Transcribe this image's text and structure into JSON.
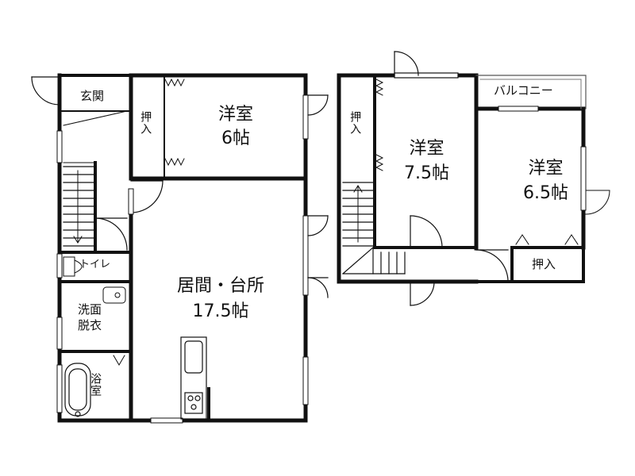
{
  "floor1": {
    "genkan": "玄関",
    "oshiire": "押入",
    "western_room": {
      "name": "洋室",
      "size": "6帖"
    },
    "ldk": {
      "name": "居間・台所",
      "size": "17.5帖"
    },
    "toilet": "トイレ",
    "washroom": {
      "line1": "洗面",
      "line2": "脱衣"
    },
    "bathroom": "浴室"
  },
  "floor2": {
    "oshiire_left": "押入",
    "western_room_a": {
      "name": "洋室",
      "size": "7.5帖"
    },
    "western_room_b": {
      "name": "洋室",
      "size": "6.5帖"
    },
    "balcony": "バルコニー",
    "oshiire_right": "押入"
  },
  "colors": {
    "wall": "#111111",
    "line": "#555555",
    "background": "#ffffff"
  }
}
